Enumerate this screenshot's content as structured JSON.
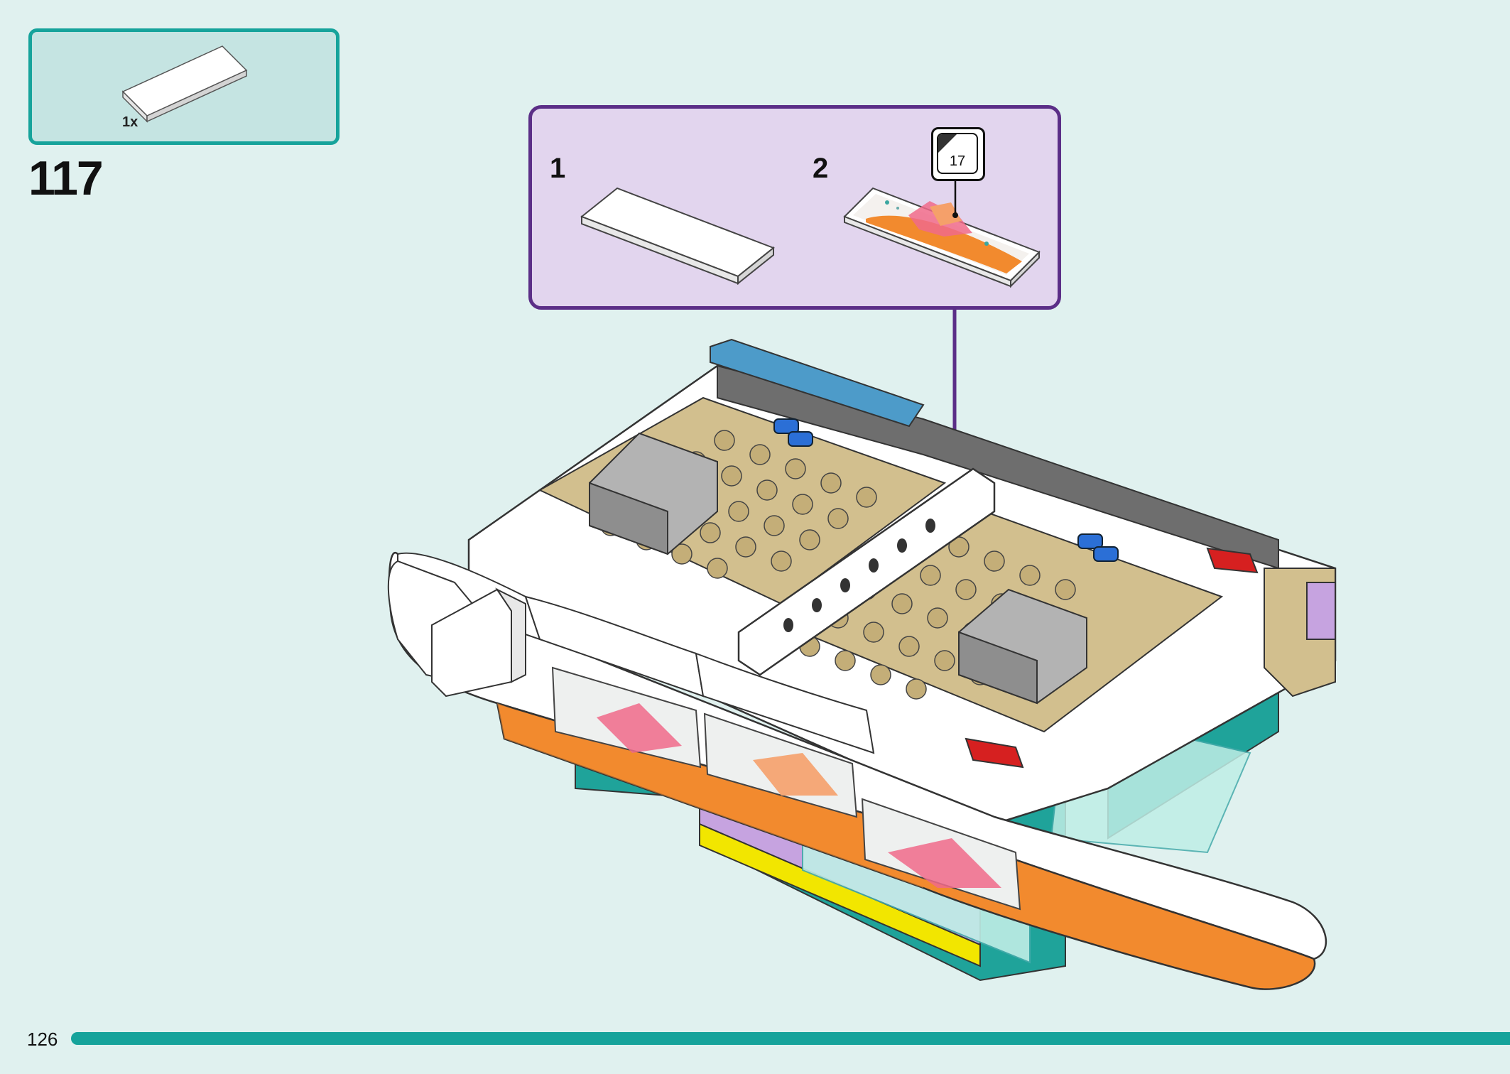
{
  "parts_list": {
    "items": [
      {
        "name": "white-tile-1x4",
        "quantity": "1x",
        "color": "#ffffff"
      }
    ]
  },
  "step": {
    "number": "117"
  },
  "callout": {
    "sub_steps": [
      {
        "number": "1"
      },
      {
        "number": "2",
        "sticker_number": "17"
      }
    ]
  },
  "footer": {
    "page_number": "126",
    "progress_color": "#16a39b"
  },
  "colors": {
    "accent": "#16a39b",
    "callout_border": "#5b2e87",
    "callout_bg": "#e2d5ee",
    "hull_orange": "#f28a2e",
    "tan": "#d2bf8e"
  }
}
